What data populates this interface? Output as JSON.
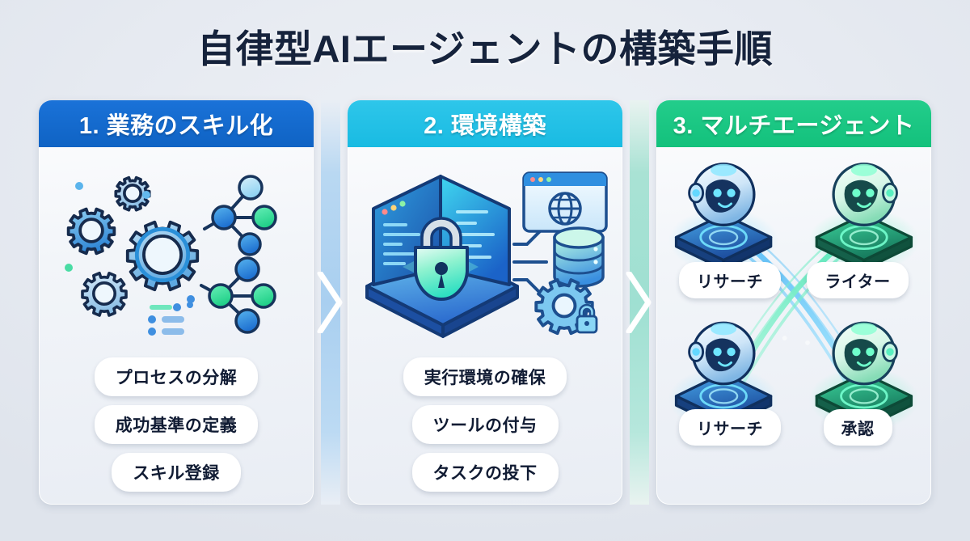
{
  "title": "自律型AIエージェントの構築手順",
  "theme": {
    "background": "#e6eaf1",
    "title_color": "#16233c",
    "card_bg": "#f2f5f9",
    "pill_bg": "#ffffff",
    "pill_text": "#101b33",
    "step1_color": "#0f63c4",
    "step2_color": "#19bbe2",
    "step3_color": "#13c17c",
    "connector1_color": "#a9cff0",
    "connector2_color": "#9fe0d2"
  },
  "cards": [
    {
      "header": "1. 業務のスキル化",
      "illustration": "gears-and-network-nodes",
      "pills": [
        "プロセスの分解",
        "成功基準の定義",
        "スキル登録"
      ]
    },
    {
      "header": "2. 環境構築",
      "illustration": "secure-sandbox-lock-with-browser-database-gear",
      "pills": [
        "実行環境の確保",
        "ツールの付与",
        "タスクの投下"
      ]
    },
    {
      "header": "3. マルチエージェント",
      "illustration": "four-robots-crossing-data-streams",
      "agents": [
        {
          "position": "top-left",
          "label": "リサーチ",
          "color": "blue"
        },
        {
          "position": "top-right",
          "label": "ライター",
          "color": "green"
        },
        {
          "position": "bottom-left",
          "label": "リサーチ",
          "color": "blue"
        },
        {
          "position": "bottom-right",
          "label": "承認",
          "color": "green"
        }
      ]
    }
  ],
  "connectors": [
    {
      "from": "1. 業務のスキル化",
      "to": "2. 環境構築",
      "shape": "chevron-right"
    },
    {
      "from": "2. 環境構築",
      "to": "3. マルチエージェント",
      "shape": "chevron-right"
    }
  ]
}
